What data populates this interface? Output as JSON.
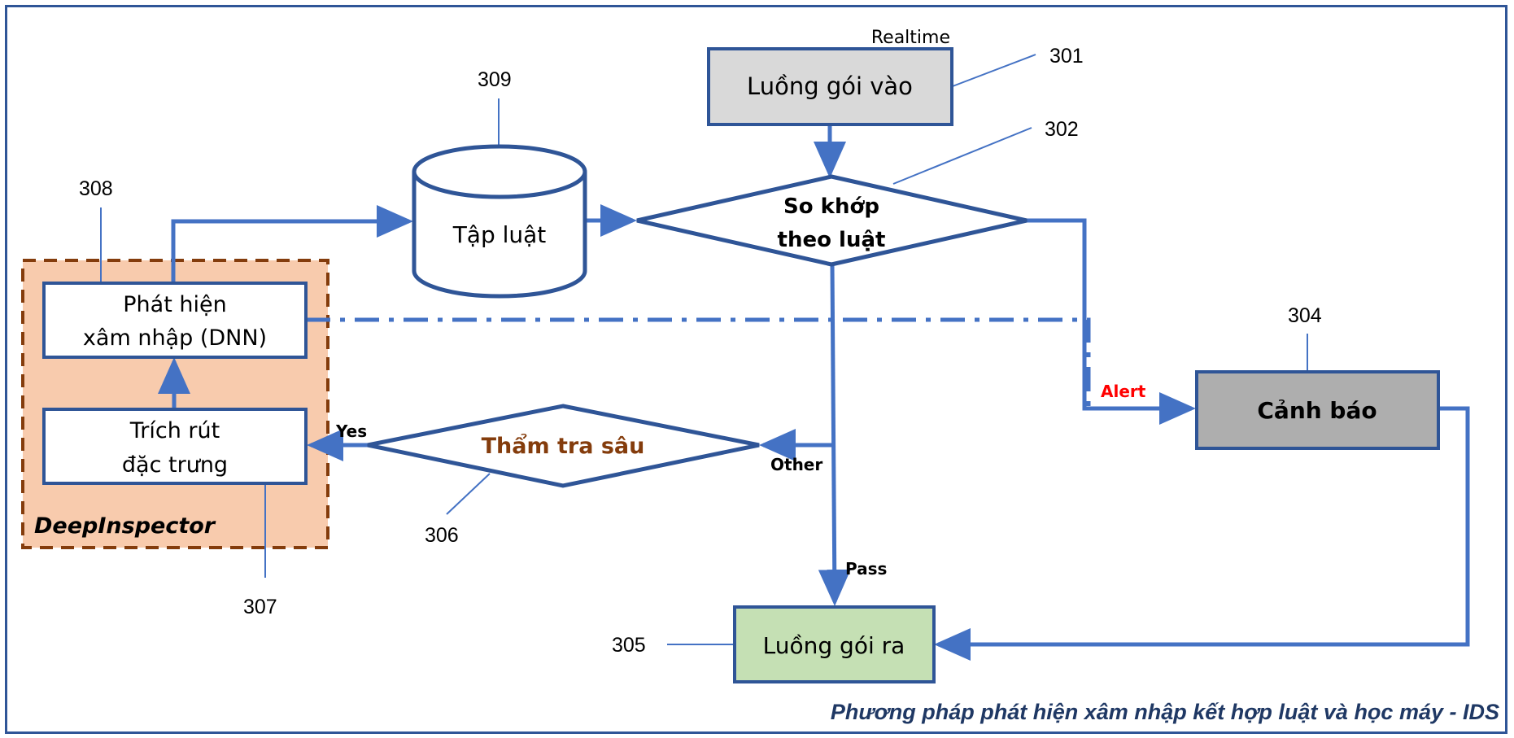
{
  "diagram": {
    "caption": "Phương pháp phát hiện xâm nhập kết hợp luật và học máy - IDS",
    "colors": {
      "frame": "#2F5597",
      "shape_stroke": "#2F5597",
      "connector": "#4472C4",
      "input_fill": "#D9D9D9",
      "alert_fill": "#AEAEAE",
      "output_fill": "#C5E0B4",
      "group_fill": "#F8CBAD",
      "group_border": "#843C0C",
      "deep_label": "#843C0C",
      "alert_label": "#FF0000",
      "caption": "#1F3864"
    },
    "nodes": {
      "input_stream": {
        "label": "Luồng gói vào",
        "ref": "301",
        "note": "Realtime"
      },
      "rule_match": {
        "label_lines": [
          "So khớp",
          "theo luật"
        ],
        "ref": "302"
      },
      "alert": {
        "label": "Cảnh báo",
        "ref": "304"
      },
      "output_stream": {
        "label": "Luồng gói ra",
        "ref": "305"
      },
      "deep_inspect": {
        "label": "Thẩm tra sâu",
        "ref": "306"
      },
      "feature_extract": {
        "label_lines": [
          "Trích rút",
          "đặc trưng"
        ],
        "ref": "307"
      },
      "dnn_detect": {
        "label_lines": [
          "Phát hiện",
          "xâm nhập (DNN)"
        ],
        "ref": "308"
      },
      "rule_set": {
        "label": "Tập luật",
        "ref": "309"
      },
      "deep_inspector_group": {
        "label": "DeepInspector"
      }
    },
    "edges": {
      "alert": "Alert",
      "other": "Other",
      "pass": "Pass",
      "yes": "Yes"
    }
  }
}
